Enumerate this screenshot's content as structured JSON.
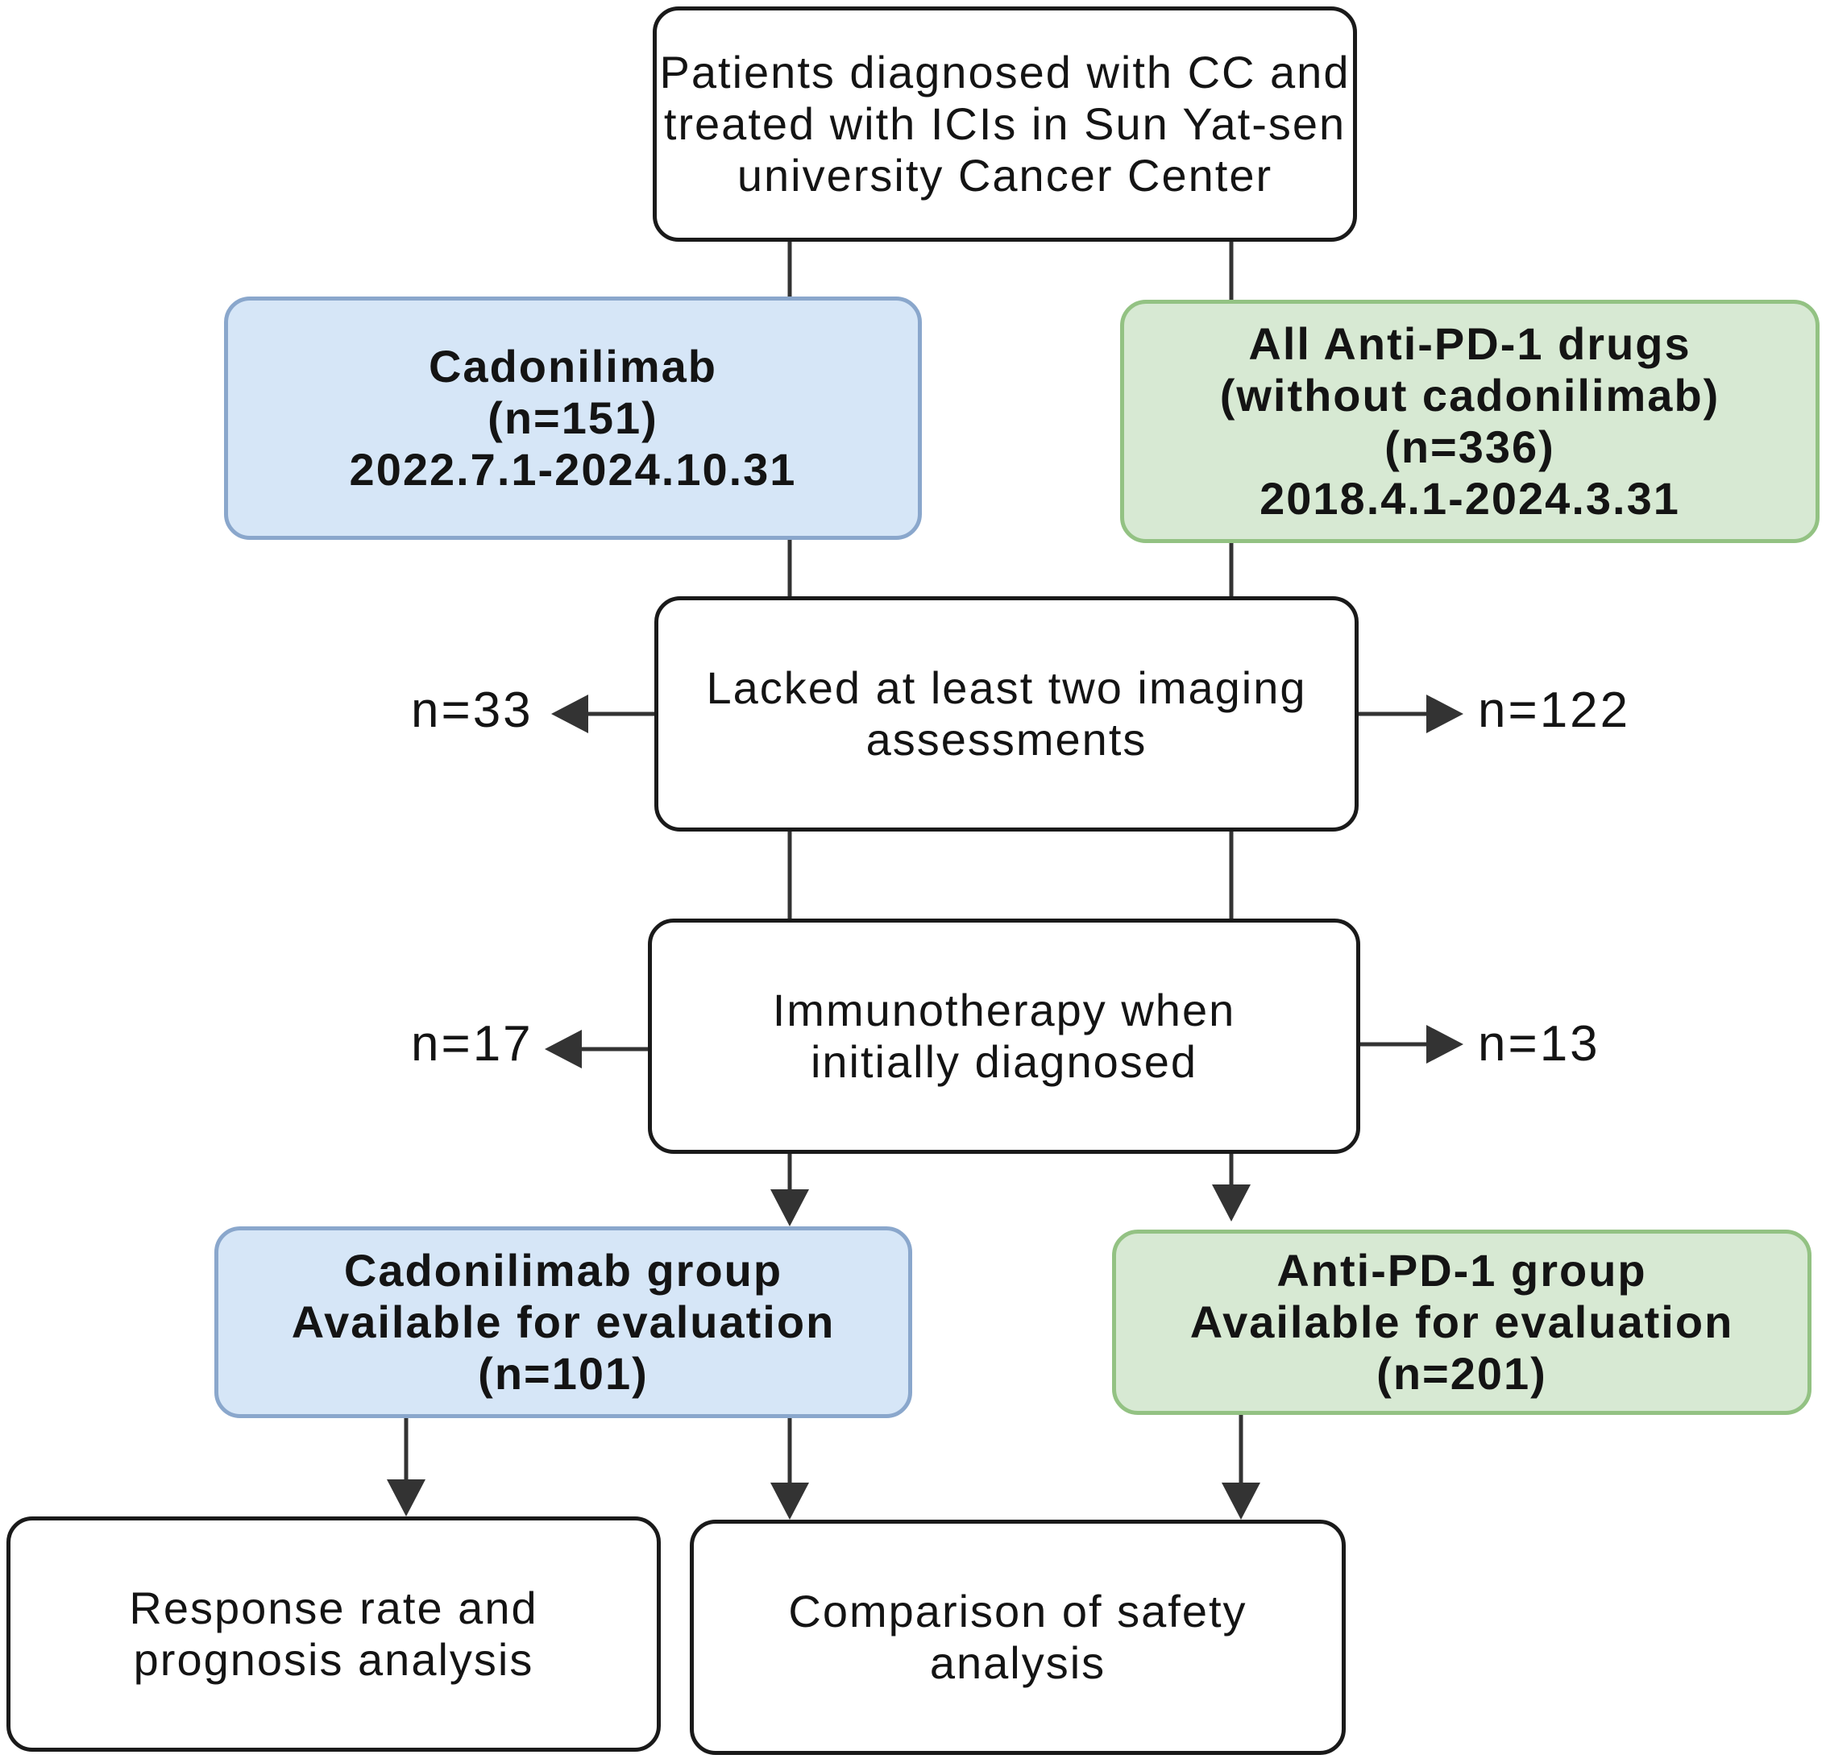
{
  "colors": {
    "cadonilimab_fill": "#d6e6f7",
    "cadonilimab_border": "#8aa7cc",
    "anti_pd1_fill": "#d7e9d3",
    "anti_pd1_border": "#93c283",
    "line": "#333333"
  },
  "source": {
    "lines": [
      "Patients diagnosed with CC and",
      "treated with ICIs in Sun Yat-sen",
      "university Cancer Center"
    ]
  },
  "cadonilimab": {
    "lines": [
      "Cadonilimab",
      "(n=151)",
      "2022.7.1-2024.10.31"
    ]
  },
  "anti_pd1": {
    "lines": [
      "All Anti-PD-1 drugs",
      "(without cadonilimab)",
      "(n=336)",
      "2018.4.1-2024.3.31"
    ]
  },
  "exclusion1": {
    "lines": [
      "Lacked at least two imaging",
      "assessments"
    ],
    "left_count": "n=33",
    "right_count": "n=122"
  },
  "exclusion2": {
    "lines": [
      "Immunotherapy when",
      "initially diagnosed"
    ],
    "left_count": "n=17",
    "right_count": "n=13"
  },
  "cadonilimab_group": {
    "lines": [
      "Cadonilimab group",
      "Available for evaluation",
      "(n=101)"
    ]
  },
  "anti_pd1_group": {
    "lines": [
      "Anti-PD-1 group",
      "Available for evaluation",
      "(n=201)"
    ]
  },
  "outcome_response": {
    "lines": [
      "Response rate and",
      "prognosis analysis"
    ]
  },
  "outcome_safety": {
    "lines": [
      "Comparison of safety",
      "analysis"
    ]
  }
}
